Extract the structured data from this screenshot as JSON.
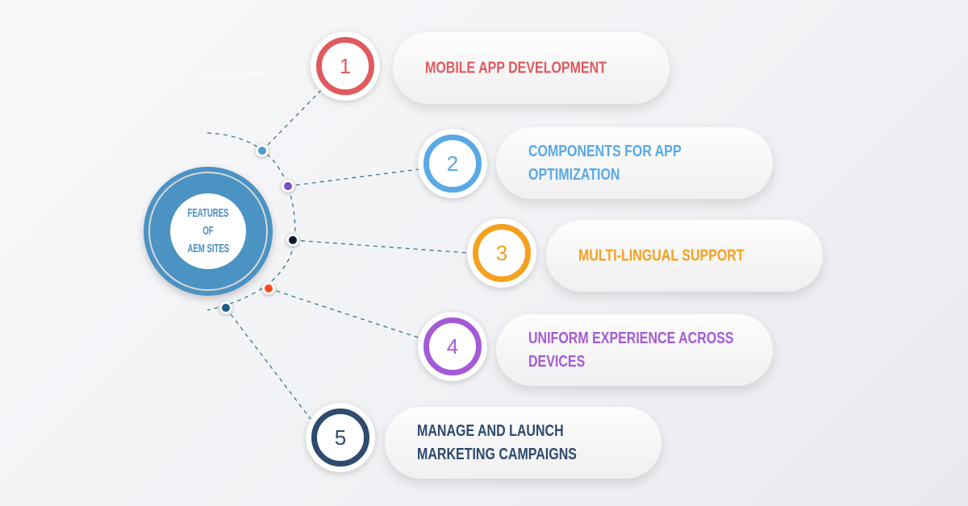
{
  "watermark": "TITLE GOES HERE",
  "hub": {
    "line1": "FEATURES OF",
    "line2": "AEM SITES",
    "color": "#4a93c3"
  },
  "items": [
    {
      "number": "1",
      "label": "Mobile App Development",
      "color": "#e05a5e",
      "dot": "#5599cc"
    },
    {
      "number": "2",
      "label": "Components for App Optimization",
      "color": "#5aa9e6",
      "dot": "#7b4fc8"
    },
    {
      "number": "3",
      "label": "Multi-Lingual Support",
      "color": "#f4a11d",
      "dot": "#111a33"
    },
    {
      "number": "4",
      "label": "Uniform Experience Across Devices",
      "color": "#a45ad6",
      "dot": "#ff4a1a"
    },
    {
      "number": "5",
      "label": "Manage and Launch Marketing Campaigns",
      "color": "#2e4a6e",
      "dot": "#1f5c8a"
    }
  ]
}
